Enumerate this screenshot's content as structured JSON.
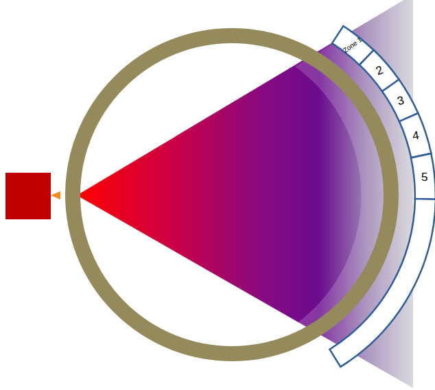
{
  "diagram": {
    "nodes": [
      {
        "text": [
          "Zone 1"
        ]
      },
      {
        "text": [
          "2"
        ]
      },
      {
        "text": [
          "3"
        ]
      },
      {
        "text": [
          "4"
        ]
      },
      {
        "text": [
          "5"
        ]
      }
    ]
  }
}
